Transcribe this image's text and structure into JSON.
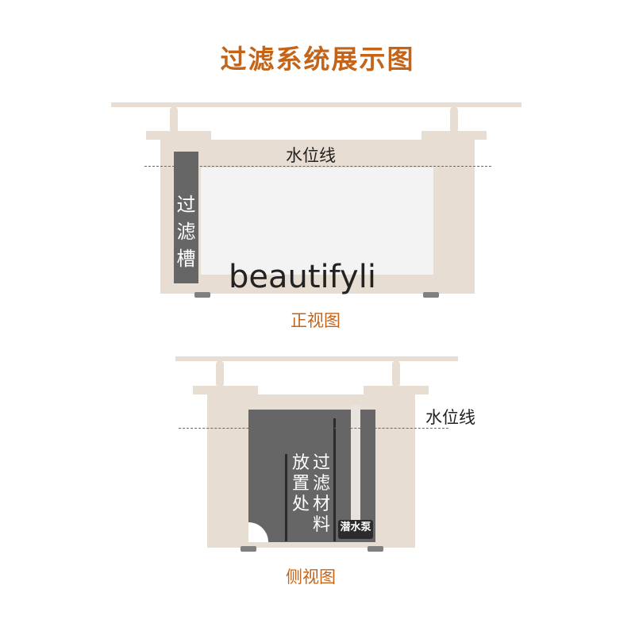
{
  "title": "过滤系统展示图",
  "front_view": {
    "water_line_label": "水位线",
    "filter_tank_chars": [
      "过",
      "滤",
      "槽"
    ],
    "brand": "beautifyli",
    "caption": "正视图"
  },
  "side_view": {
    "water_line_label": "水位线",
    "filter_material_col1": [
      "放",
      "置",
      "处"
    ],
    "filter_material_col2": [
      "过",
      "滤",
      "材",
      "料"
    ],
    "pump_label": "潜水泵",
    "caption": "侧视图"
  },
  "colors": {
    "title": "#c46419",
    "frame": "#e8ddd2",
    "water_line": "#d33a3a",
    "dark_panel": "#666666"
  }
}
